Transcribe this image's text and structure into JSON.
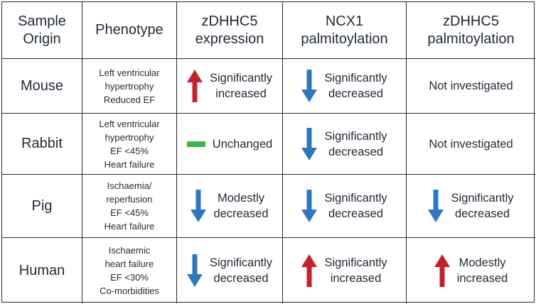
{
  "headers": [
    "Sample Origin",
    "Phenotype",
    "zDHHC5 expression",
    "NCX1 palmitoylation",
    "zDHHC5 palmitoylation"
  ],
  "colors": {
    "up": "#c0232c",
    "down": "#2f78c0",
    "unchanged": "#3fb44a"
  },
  "rows": [
    {
      "origin": "Mouse",
      "phenotype": [
        "Left ventricular",
        "hypertrophy",
        "Reduced EF"
      ],
      "cells": [
        {
          "icon": "arrow-up-icon",
          "lines": [
            "Significantly",
            "increased"
          ]
        },
        {
          "icon": "arrow-down-icon",
          "lines": [
            "Significantly",
            "decreased"
          ]
        },
        {
          "icon": "",
          "lines": [
            "Not investigated"
          ]
        }
      ]
    },
    {
      "origin": "Rabbit",
      "phenotype": [
        "Left ventricular",
        "hypertrophy",
        "EF <45%",
        "Heart failure"
      ],
      "cells": [
        {
          "icon": "unchanged-bar-icon",
          "lines": [
            "Unchanged"
          ]
        },
        {
          "icon": "arrow-down-icon",
          "lines": [
            "Significantly",
            "decreased"
          ]
        },
        {
          "icon": "",
          "lines": [
            "Not investigated"
          ]
        }
      ]
    },
    {
      "origin": "Pig",
      "phenotype": [
        "Ischaemia/",
        "reperfusion",
        "EF <45%",
        "Heart failure"
      ],
      "cells": [
        {
          "icon": "arrow-down-icon",
          "lines": [
            "Modestly",
            "decreased"
          ]
        },
        {
          "icon": "arrow-down-icon",
          "lines": [
            "Significantly",
            "decreased"
          ]
        },
        {
          "icon": "arrow-down-icon",
          "lines": [
            "Significantly",
            "decreased"
          ]
        }
      ]
    },
    {
      "origin": "Human",
      "phenotype": [
        "Ischaemic",
        "heart failure",
        "EF <30%",
        "Co-morbidities"
      ],
      "cells": [
        {
          "icon": "arrow-down-icon",
          "lines": [
            "Significantly",
            "decreased"
          ]
        },
        {
          "icon": "arrow-up-icon",
          "lines": [
            "Significantly",
            "increased"
          ]
        },
        {
          "icon": "arrow-up-icon",
          "lines": [
            "Modestly",
            "increased"
          ]
        }
      ]
    }
  ]
}
